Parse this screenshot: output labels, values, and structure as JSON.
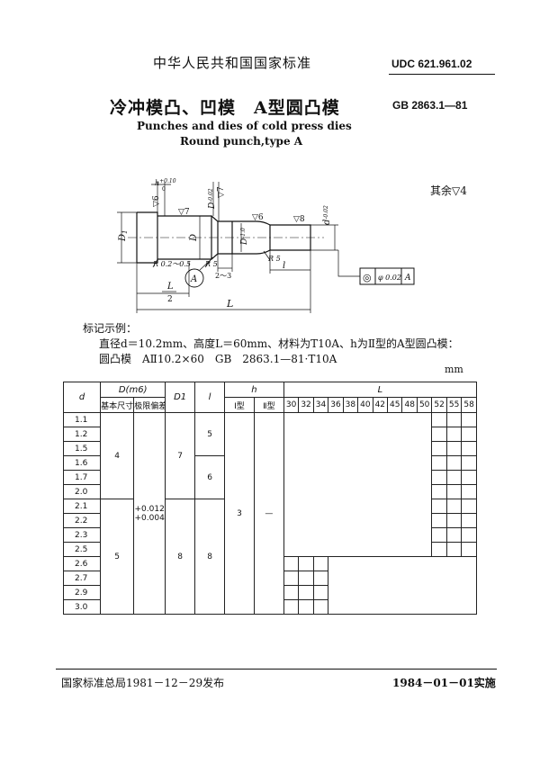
{
  "header": {
    "org": "中华人民共和国国家标准",
    "udc": "UDC 621.961.02",
    "title_cn": "冷冲模凸、凹模　A型圆凸模",
    "std_no": "GB 2863.1—81",
    "title_en_1": "Punches and dies of cold press dies",
    "title_en_2": "Round punch,type A"
  },
  "drawing": {
    "rest_roughness": "其余▽4",
    "labels": {
      "h": "h",
      "h_tol": "+0.10",
      "h_tol2": "0",
      "D1": "D",
      "D1_sub": "1",
      "D": "D",
      "D_tol": "-0.02",
      "d": "d",
      "d_tol": "-0.02",
      "d_col": "D",
      "d_col_tol": "-1.0",
      "r6a": "▽6",
      "r6b": "▽6",
      "r7a": "▽7",
      "r7b": "▽7",
      "r8": "▽8",
      "R02": "R 0.2～0.5",
      "R5a": "R 5",
      "R5b": "R 5",
      "twothree": "2～3",
      "l": "l",
      "L2": "L",
      "L2_den": "2",
      "A": "A",
      "L": "L",
      "tol_frame_sym": "◎",
      "tol_frame_val": "φ 0.02",
      "tol_frame_ref": "A"
    }
  },
  "marking": {
    "title": "标记示例：",
    "line1": "直径d＝10.2mm、高度L＝60mm、材料为T10A、h为Ⅱ型的A型圆凸模：",
    "line2": "圆凸模　AⅡ10.2×60　GB　2863.1—81·T10A"
  },
  "unit": "mm",
  "table": {
    "head": {
      "d": "d",
      "D": "D(m6)",
      "D_base": "基本尺寸",
      "D_dev": "极限偏差",
      "D1": "D1",
      "l": "l",
      "h": "h",
      "h1": "Ⅰ型",
      "h2": "Ⅱ型",
      "L": "L"
    },
    "L_values": [
      "30",
      "32",
      "34",
      "36",
      "38",
      "40",
      "42",
      "45",
      "48",
      "50",
      "52",
      "55",
      "58"
    ],
    "d_values": [
      "1.1",
      "1.2",
      "1.5",
      "1.6",
      "1.7",
      "2.0",
      "2.1",
      "2.2",
      "2.3",
      "2.5",
      "2.6",
      "2.7",
      "2.9",
      "3.0"
    ],
    "D_base": [
      "4",
      "5"
    ],
    "D_dev": "+0.012\n+0.004",
    "D1": [
      "7",
      "8"
    ],
    "l": [
      "5",
      "6",
      "8"
    ],
    "h1": "3",
    "h2": "—"
  },
  "footer": {
    "left": "国家标准总局1981－12－29发布",
    "right": "1984－01－01实施"
  }
}
